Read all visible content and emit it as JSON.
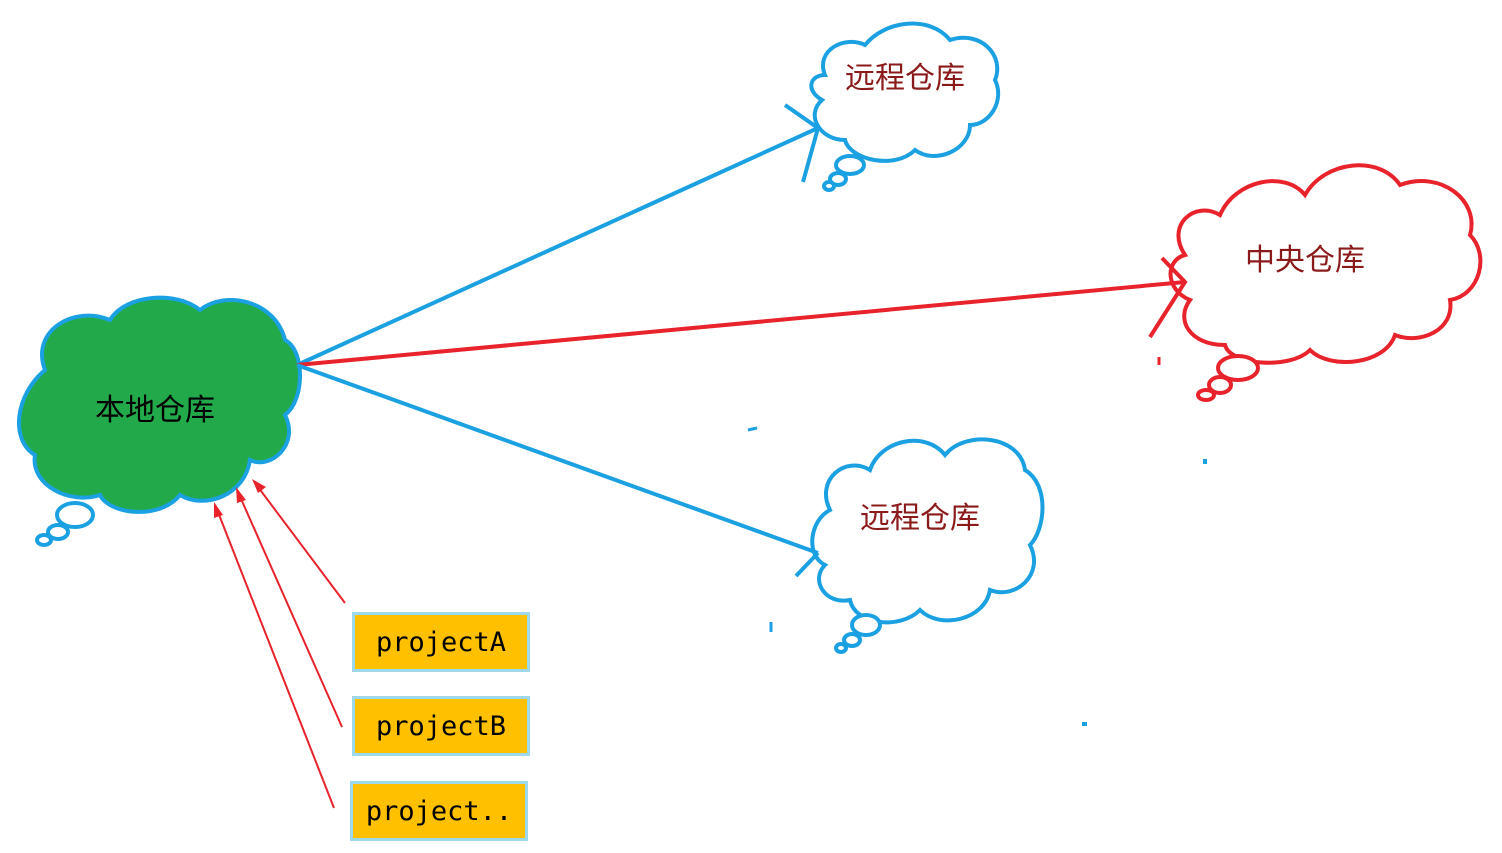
{
  "clouds": {
    "local": {
      "label": "本地仓库",
      "fill": "#22A94A",
      "stroke": "#1BA1E2"
    },
    "remote_top": {
      "label": "远程仓库",
      "stroke": "#1BA1E2"
    },
    "remote_bottom": {
      "label": "远程仓库",
      "stroke": "#1BA1E2"
    },
    "central": {
      "label": "中央仓库",
      "stroke": "#E8232B"
    }
  },
  "projects": [
    {
      "label": "projectA"
    },
    {
      "label": "projectB"
    },
    {
      "label": "project.."
    }
  ],
  "colors": {
    "blue_arrow": "#1BA1E2",
    "red_arrow": "#E8232B",
    "project_fill": "#FFC000",
    "project_border": "#9DD9EA"
  }
}
